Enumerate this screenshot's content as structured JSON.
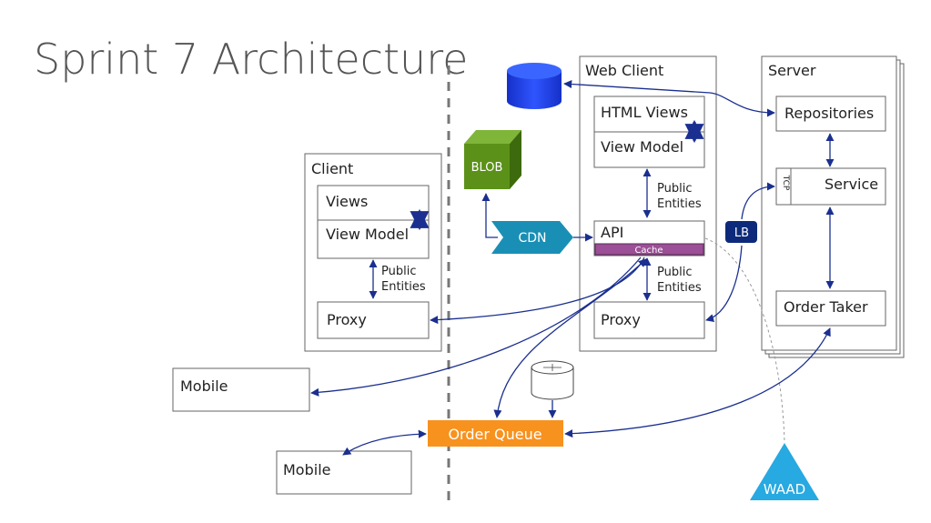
{
  "title": "Sprint 7 Architecture",
  "client": {
    "title": "Client",
    "views": "Views",
    "view_model": "View Model",
    "public_entities": [
      "Public",
      "Entities"
    ],
    "proxy": "Proxy"
  },
  "web_client": {
    "title": "Web Client",
    "html_views": "HTML Views",
    "view_model": "View Model",
    "public_entities_top": [
      "Public",
      "Entities"
    ],
    "api": "API",
    "cache": "Cache",
    "public_entities_bottom": [
      "Public",
      "Entities"
    ],
    "proxy": "Proxy"
  },
  "server": {
    "title": "Server",
    "repositories": "Repositories",
    "tcp": "TCP",
    "service": "Service",
    "order_taker": "Order Taker"
  },
  "blob": "BLOB",
  "cdn": "CDN",
  "lb": "LB",
  "mobile_top": "Mobile",
  "mobile_bottom": "Mobile",
  "order_queue": "Order Queue",
  "waad": "WAAD",
  "colors": {
    "arrow": "#1a2f8f",
    "database": "#1f3fd9",
    "blob": "#4e7f12",
    "cdn": "#1a8fb5",
    "lb": "#0d2a7a",
    "cache": "#9b4f96",
    "order_queue": "#f7921e",
    "waad": "#27a9e1",
    "divider": "#777777"
  }
}
